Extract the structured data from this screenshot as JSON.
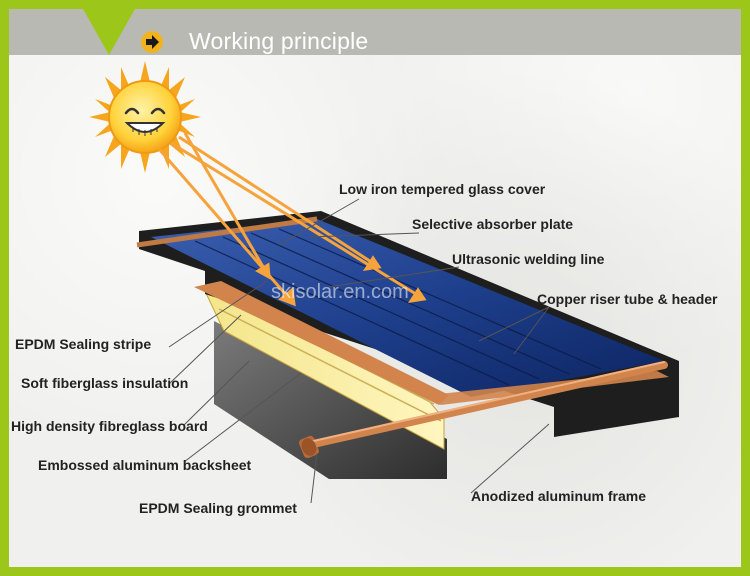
{
  "header": {
    "title": "Working principle"
  },
  "watermark": "skisolar.en.com",
  "labels": {
    "glass_cover": "Low iron tempered glass cover",
    "absorber_plate": "Selective absorber plate",
    "welding_line": "Ultrasonic welding line",
    "riser_tube": "Copper riser tube  &  header",
    "sealing_stripe": "EPDM Sealing stripe",
    "soft_insulation": "Soft fiberglass insulation",
    "fibreglass_board": "High density fibreglass board",
    "backsheet": "Embossed aluminum backsheet",
    "sealing_grommet": "EPDM Sealing grommet",
    "frame": "Anodized aluminum frame"
  },
  "colors": {
    "border": "#9dc61b",
    "header": "#b9b9b3",
    "sun": "#f7a51c",
    "copper": "#d2844d",
    "panel_blue": "#1e3f8c",
    "frame_black": "#222222",
    "insulation_yellow": "#fff2a0"
  },
  "icons": [
    "arrow-right-icon",
    "smiling-sun-icon"
  ]
}
